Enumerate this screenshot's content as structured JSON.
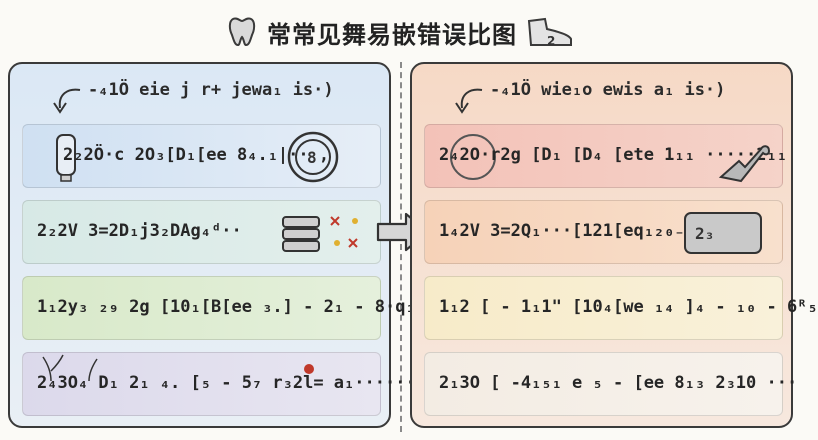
{
  "page": {
    "title": "常常见舞易嵌错误比图",
    "title_icon_left": "tooth-doodle-icon",
    "title_icon_right": "boot-doodle-icon",
    "right_icon_tag": "2"
  },
  "left_panel": {
    "header": "-₄1Ö eie j r+ jewa₁ is·)",
    "rows": [
      {
        "text": "2₂2Ö·c 2O₃[D₁[ee 8₄.₁|·· ,",
        "tint": "#cfe0f2",
        "icon": "jar-icon"
      },
      {
        "text": "2₂2V 3=2D₁j3₂DAg₄ᵈ··",
        "tint": "#d7e9e6",
        "icon": "stack-icon"
      },
      {
        "text": "1₁2y₃ ₂₉ 2g [10₁[B[ee ₃.] - 2₁ - 8·q₁",
        "tint": "#d8e9c9",
        "icon": ""
      },
      {
        "text": "2₄3O₄ D₁ 2₁ ₄. [₅ - 5₇ r₃2l= a₁······",
        "tint": "#dcd9eb",
        "icon": "branch-icon"
      }
    ]
  },
  "right_panel": {
    "header": "-₄1Ö wie₁o ewis a₁ is·)",
    "rows": [
      {
        "text": "2₄2O·r2g [D₁ [D₄ [ete 1₁₁ ·····2₁₁",
        "tint": "#f3c2b8",
        "icon": "wrench-icon"
      },
      {
        "text": "1₄2V 3=2Q₁···[121[eq₁₂₀₋₈",
        "tint": "#f6d2b8",
        "icon": "box-icon"
      },
      {
        "text": "1₁2 [ - 1₁1\" [10₄[we ₁₄ ]₄ - ₁₀ - 6ᴿ₅",
        "tint": "#f7ebc9",
        "icon": ""
      },
      {
        "text": "2₁3O [ -4₁₅₁ e ₅ - [ee 8₁₃ 2₃10 ···",
        "tint": "#f3ece3",
        "icon": ""
      }
    ]
  },
  "icons": {
    "arrow": "right-arrow-icon",
    "curved": "curved-arrow-icon"
  },
  "colors": {
    "left_bg": "#dbe8f5",
    "right_bg": "#f6d9c6",
    "stroke": "#3a3a3a"
  }
}
